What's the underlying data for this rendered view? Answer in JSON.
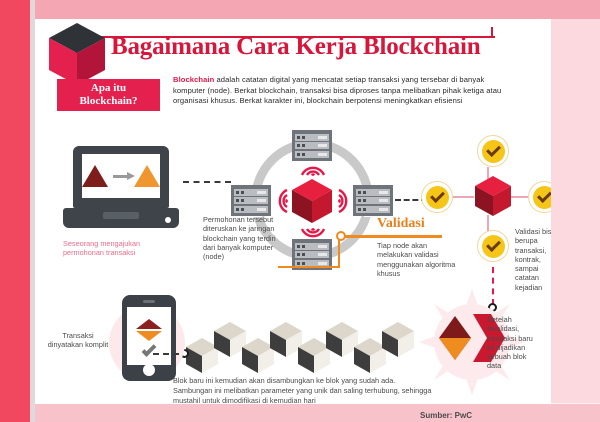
{
  "meta": {
    "doc_type": "infographic",
    "language": "Indonesian"
  },
  "colors": {
    "brand_crimson": "#d6173b",
    "brand_pink_band": "#f2485f",
    "light_pink_band": "#fbd9de",
    "accent_orange": "#f08a1e",
    "check_yellow": "#f5c518",
    "caption_pink": "#f06a87",
    "node_gray": "#6e7479",
    "dark_slate": "#3e4449"
  },
  "header": {
    "title": "Bagaimana Cara Kerja Blockchain",
    "badge_line1": "Apa itu",
    "badge_line2": "Blockchain?",
    "cube_icon": "blockchain-cube-icon",
    "intro_lead": "Blockchain",
    "intro_body": " adalah catatan digital yang mencatat setiap transaksi yang tersebar di banyak komputer (node). Berkat blockchain, transaksi bisa diproses tanpa melibatkan pihak ketiga atau organisasi khusus. Berkat karakter ini, blockchain berpotensi meningkatkan efisiensi"
  },
  "steps": {
    "step1": {
      "icon": "laptop-icon",
      "caption": "Seseorang mengajukan permohonan transaksi"
    },
    "step2": {
      "icon": "network-nodes-icon",
      "caption": "Permohonan tersebut diteruskan ke jaringan blockchain yang terdiri dari banyak komputer (node)"
    },
    "step3": {
      "title": "Validasi",
      "caption": "Tiap node akan melakukan validasi menggunakan algoritma khusus"
    },
    "step4": {
      "icon": "checkmark-cluster-icon",
      "caption": "Validasi bisa berupa transaksi, kontrak, sampai catatan kejadian"
    },
    "step5": {
      "icon": "data-block-arrow-icon",
      "caption": "Setelah divalidasi, transaksi baru ini dijadikan sebuah blok data"
    },
    "step6": {
      "icon": "isometric-blocks-icon",
      "caption": "Blok baru ini kemudian akan disambungkan ke blok yang sudah ada. Sambungan ini melibatkan parameter yang unik dan saling terhubung, sehingga mustahil untuk dimodifikasi di kemudian hari"
    },
    "step7": {
      "icon": "smartphone-icon",
      "caption": "Transaksi dinyatakan komplit"
    }
  },
  "footer": {
    "source": "Sumber: PwC"
  }
}
